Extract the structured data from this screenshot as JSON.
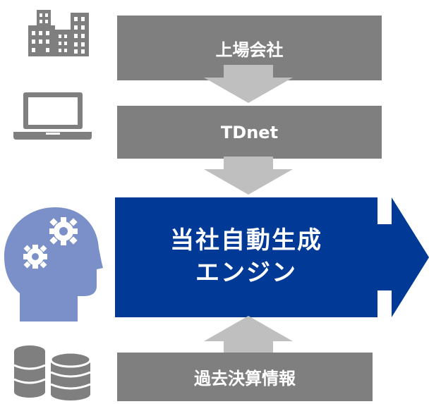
{
  "flow": {
    "step1_label": "上場会社",
    "step2_label": "TDnet",
    "engine_line1": "当社自動生成",
    "engine_line2": "エンジン",
    "step4_label": "過去決算情報"
  },
  "colors": {
    "box_gray": "#7f7f7f",
    "arrow_gray": "#bfbfbf",
    "icon_gray": "#7f7f7f",
    "engine_blue": "#003a96",
    "head_icon_blue": "#7b8fc8"
  },
  "icons": {
    "company": "office-buildings-icon",
    "tdnet": "laptop-icon",
    "engine": "head-gears-icon",
    "history": "database-icon"
  }
}
